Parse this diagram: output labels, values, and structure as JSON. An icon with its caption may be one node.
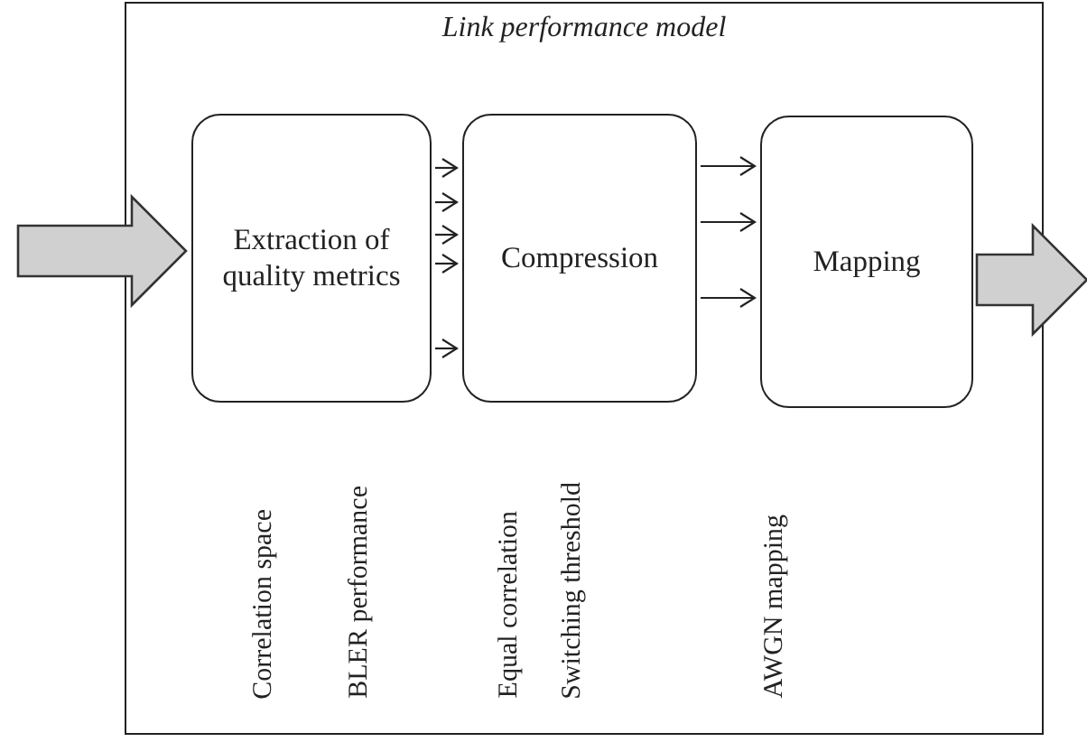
{
  "diagram": {
    "nodes": [
      {
        "text": [
          "Link performance model"
        ]
      },
      {
        "text": [
          "Extraction of quality metrics"
        ],
        "in": 0,
        "beside": [
          "Correlation space",
          "BLER performance"
        ]
      },
      {
        "text": [
          "Compression"
        ],
        "in": 0,
        "beside": [
          "Equal correlation",
          "Switching threshold"
        ]
      },
      {
        "text": [
          "Mapping"
        ],
        "in": 0,
        "beside": [
          "AWGN mapping"
        ]
      }
    ],
    "edges": [
      {
        "from": null,
        "to": 1,
        "arrow": "to",
        "style": "thick"
      },
      {
        "from": 1,
        "to": 2,
        "arrow": "to"
      },
      {
        "from": 1,
        "to": 2,
        "arrow": "to"
      },
      {
        "from": 1,
        "to": 2,
        "arrow": "to"
      },
      {
        "from": 1,
        "to": 2,
        "arrow": "to"
      },
      {
        "from": 1,
        "to": 2,
        "arrow": "to"
      },
      {
        "from": 2,
        "to": 3,
        "arrow": "to"
      },
      {
        "from": 2,
        "to": 3,
        "arrow": "to"
      },
      {
        "from": 2,
        "to": 3,
        "arrow": "to"
      },
      {
        "from": 3,
        "to": null,
        "arrow": "to",
        "style": "thick"
      }
    ]
  }
}
